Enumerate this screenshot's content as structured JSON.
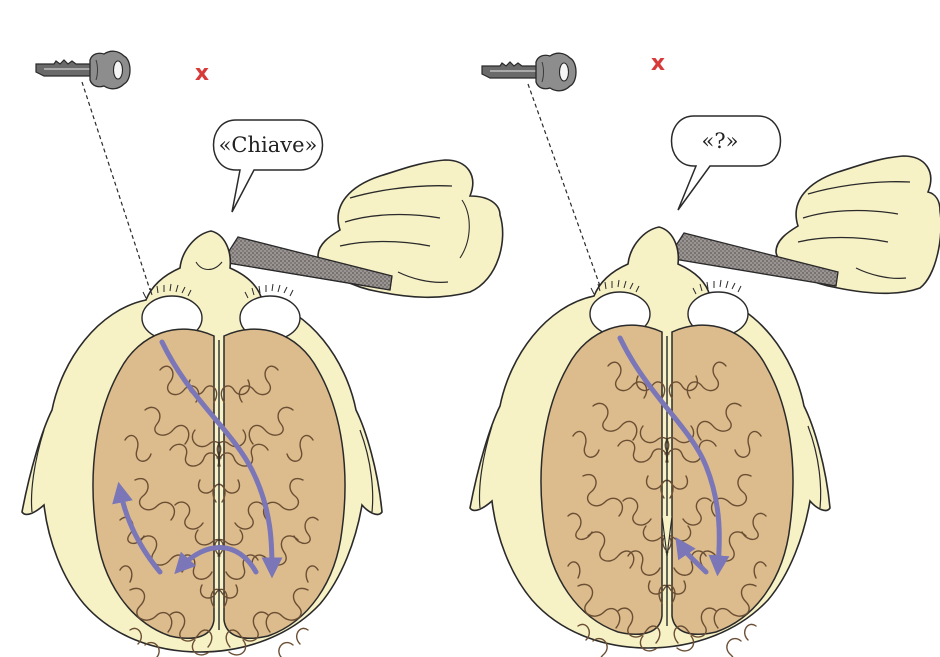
{
  "panels": [
    {
      "id": "intact",
      "marker": "x",
      "speech": "«Chiave»"
    },
    {
      "id": "split",
      "marker": "x",
      "speech": "«?»"
    }
  ],
  "colors": {
    "skin": "#f7f1c6",
    "outline": "#2a2a2a",
    "brain": "#dcbc8c",
    "gyri": "#6b4f35",
    "arrow": "#7a76b8",
    "marker": "#d83a3a",
    "key": "#555555",
    "card": "#8a8482"
  },
  "icons": [
    "key-icon",
    "brain-icon",
    "hand-icon",
    "speech-bubble-icon"
  ]
}
